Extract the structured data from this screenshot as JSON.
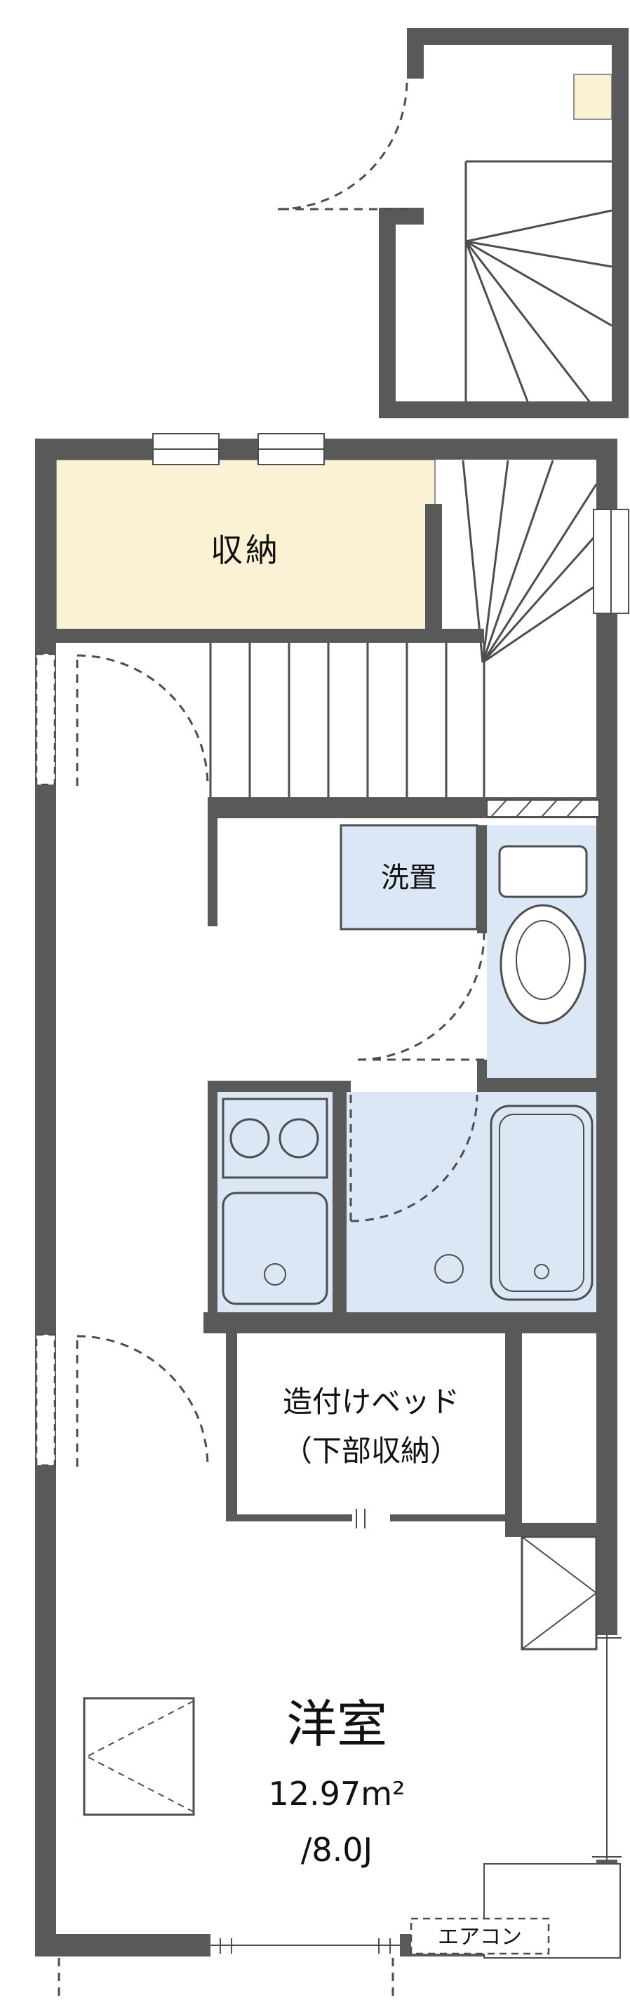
{
  "colors": {
    "wall": "#595959",
    "line": "#4d4d4d",
    "wet": "#dce7f5",
    "cream": "#fbf2d5",
    "text": "#111111",
    "bg": "#ffffff"
  },
  "rooms": {
    "storage": {
      "label": "収納"
    },
    "washer": {
      "label": "洗置"
    },
    "bed": {
      "label_line1": "造付けベッド",
      "label_line2": "（下部収納）"
    },
    "western": {
      "label": "洋室",
      "area_m2": "12.97m²",
      "area_j": "/8.0J"
    },
    "ac": {
      "label": "エアコン"
    }
  }
}
